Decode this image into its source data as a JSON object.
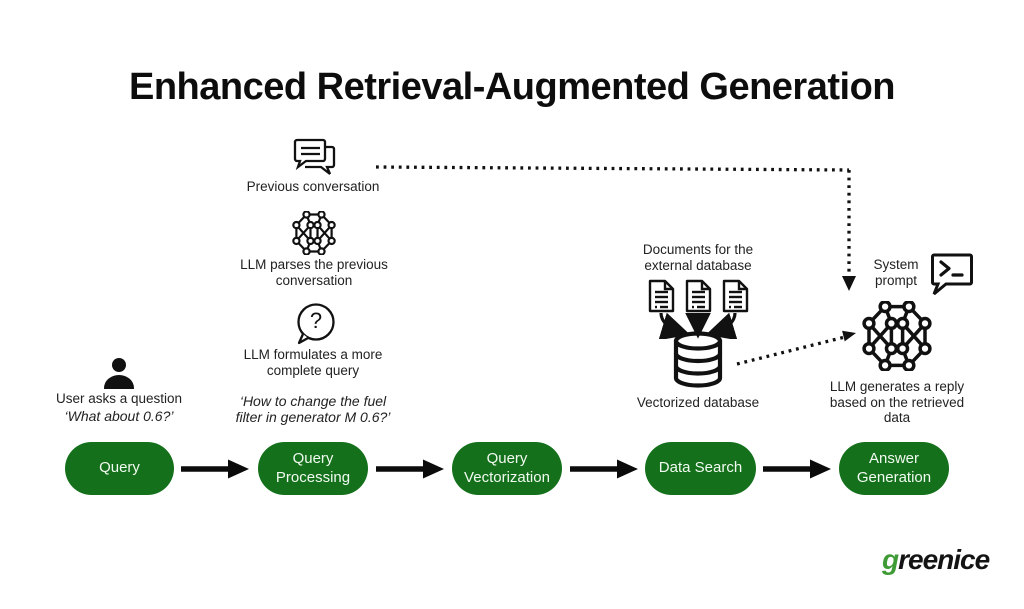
{
  "title": "Enhanced Retrieval-Augmented Generation",
  "colors": {
    "button_green": "#15701c",
    "button_text": "#f1faf0",
    "ink": "#111111",
    "logo_green": "#3e9b35"
  },
  "enhance_column": {
    "previous_conversation": "Previous conversation",
    "llm_parses": "LLM parses the previous conversation",
    "llm_formulates": "LLM formulates a more complete query",
    "refined_query": "‘How to change the fuel filter in generator M 0.6?’"
  },
  "user": {
    "caption": "User asks a question",
    "question": "‘What about 0.6?’"
  },
  "database": {
    "documents_caption": "Documents for the external database",
    "db_caption": "Vectorized database"
  },
  "llm_output": {
    "system_prompt": "System prompt",
    "caption": "LLM generates a reply based on the retrieved data"
  },
  "flow": {
    "buttons": [
      {
        "label": "Query"
      },
      {
        "label": "Query Processing"
      },
      {
        "label": "Query Vectorization"
      },
      {
        "label": "Data Search"
      },
      {
        "label": "Answer Generation"
      }
    ]
  },
  "logo": {
    "first_letter": "g",
    "rest": "reenice"
  },
  "icons": {
    "chat": "chat-bubbles-icon",
    "network_small": "neural-network-icon",
    "question": "question-bubble-icon",
    "user": "user-icon",
    "documents": "document-icon",
    "database": "database-cylinder-icon",
    "terminal": "terminal-prompt-icon",
    "network_big": "neural-network-icon"
  }
}
